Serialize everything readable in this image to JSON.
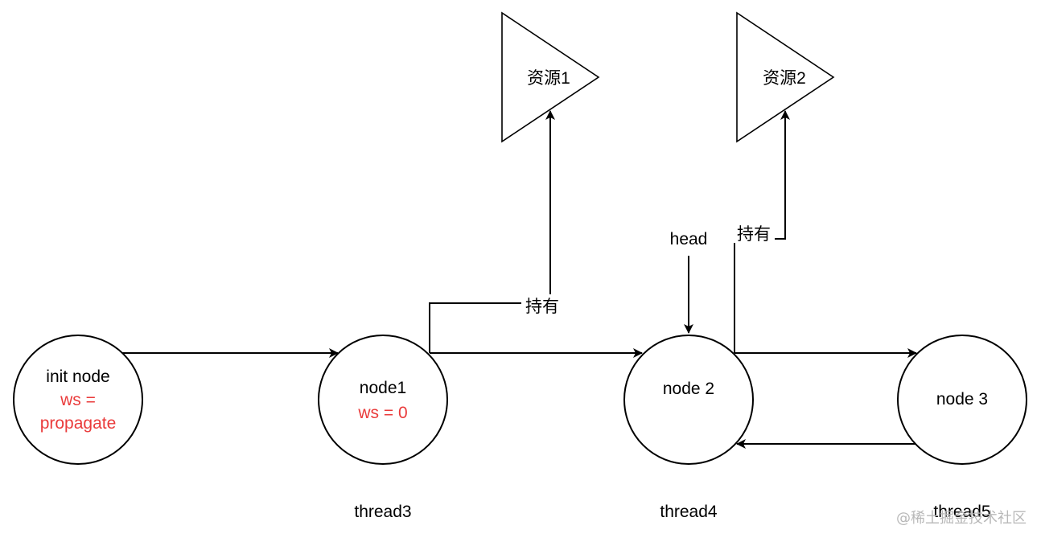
{
  "nodes": {
    "init": {
      "label": "init node",
      "ws_line1": "ws =",
      "ws_line2": "propagate"
    },
    "node1": {
      "label": "node1",
      "ws": "ws = 0"
    },
    "node2": {
      "label": "node 2"
    },
    "node3": {
      "label": "node 3"
    }
  },
  "resources": {
    "res1": {
      "label": "资源1"
    },
    "res2": {
      "label": "资源2"
    }
  },
  "hold_labels": {
    "hold1": "持有",
    "hold2": "持有"
  },
  "head_label": "head",
  "threads": {
    "thread3": "thread3",
    "thread4": "thread4",
    "thread5": "thread5"
  },
  "watermark": "@稀土掘金技术社区",
  "colors": {
    "line": "#000000",
    "ws_text": "#ea3b3b",
    "watermark": "#b8b8b8"
  }
}
